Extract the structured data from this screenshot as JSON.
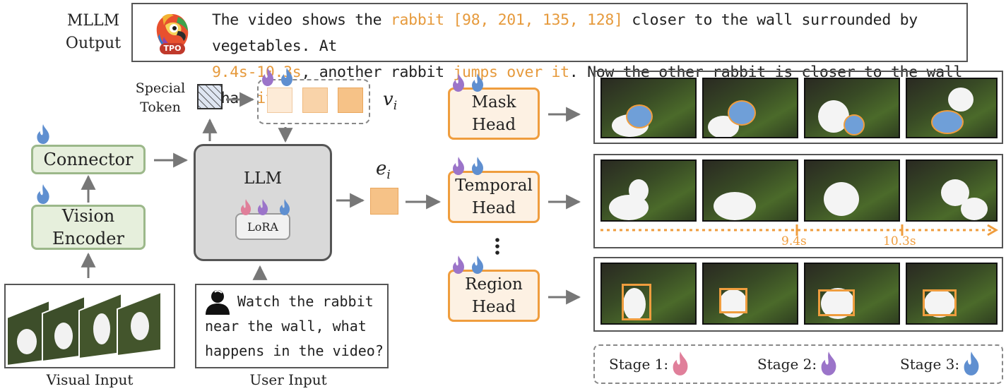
{
  "output_label": [
    "MLLM",
    "Output"
  ],
  "output_text": {
    "p1": "The video shows the ",
    "h1": "rabbit [98, 201, 135, 128]",
    "p2": " closer to the wall surrounded by vegetables. At",
    "h2": "9.4s-10.3s",
    "p3": ", another rabbit ",
    "h3": "jumps over it",
    "p4": ". Now the other rabbit is closer to the wall than ",
    "h4": "it",
    "p5": "."
  },
  "logo_text": "TPO",
  "special_token": [
    "Special",
    "Token"
  ],
  "vi_label": "v",
  "vi_sub": "i",
  "ei_label": "e",
  "ei_sub": "i",
  "connector": "Connector",
  "vision_encoder": [
    "Vision",
    "Encoder"
  ],
  "llm": "LLM",
  "lora": "LoRA",
  "visual_input": "Visual Input",
  "user_input_label": "User Input",
  "user_query": [
    "Watch the rabbit",
    "near the wall, what",
    "happens in the video?"
  ],
  "mask_head": [
    "Mask",
    "Head"
  ],
  "temporal_head": [
    "Temporal",
    "Head"
  ],
  "region_head": [
    "Region",
    "Head"
  ],
  "time_marks": [
    "9.4s",
    "10.3s"
  ],
  "stages": [
    "Stage 1:",
    "Stage 2:",
    "Stage 3:"
  ],
  "colors": {
    "stage1": "#e07f9a",
    "stage2": "#9b74c9",
    "stage3": "#5f8fd0",
    "accent": "#ef9d3e",
    "mask_fill": "#6f9fd8"
  }
}
